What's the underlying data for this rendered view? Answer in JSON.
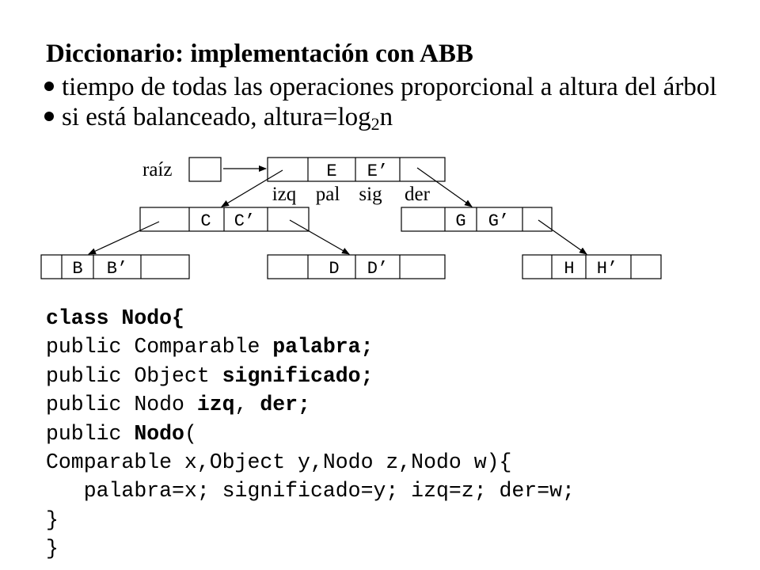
{
  "slide": {
    "title": "Diccionario: implementación con ABB",
    "bullets": [
      {
        "text": "tiempo de todas las operaciones proporcional a altura del árbol"
      },
      {
        "prefix": "si está balanceado, altura=log",
        "subscript": "2",
        "suffix": "n"
      }
    ]
  },
  "diagram": {
    "root_label": "raíz",
    "field_labels": [
      "izq",
      "pal",
      "sig",
      "der"
    ],
    "nodes": {
      "E": {
        "key": "E",
        "value": "E’"
      },
      "C": {
        "key": "C",
        "value": "C’"
      },
      "G": {
        "key": "G",
        "value": "G’"
      },
      "B": {
        "key": "B",
        "value": "B’"
      },
      "D": {
        "key": "D",
        "value": "D’"
      },
      "H": {
        "key": "H",
        "value": "H’"
      }
    },
    "edges": [
      {
        "from": "raiz",
        "to": "E"
      },
      {
        "from": "E",
        "to": "C",
        "side": "izq"
      },
      {
        "from": "E",
        "to": "G",
        "side": "der"
      },
      {
        "from": "C",
        "to": "B",
        "side": "izq"
      },
      {
        "from": "C",
        "to": "D",
        "side": "der"
      },
      {
        "from": "G",
        "to": "H",
        "side": "der"
      }
    ]
  },
  "code": {
    "lines": [
      [
        {
          "t": "class Nodo{",
          "b": true
        }
      ],
      [
        {
          "t": "public Comparable "
        },
        {
          "t": "palabra;",
          "b": true
        }
      ],
      [
        {
          "t": "public Object "
        },
        {
          "t": "significado;",
          "b": true
        }
      ],
      [
        {
          "t": "public Nodo "
        },
        {
          "t": "izq",
          "b": true
        },
        {
          "t": ", "
        },
        {
          "t": "der;",
          "b": true
        }
      ],
      [
        {
          "t": "public "
        },
        {
          "t": "Nodo",
          "b": true
        },
        {
          "t": "("
        }
      ],
      [
        {
          "t": "Comparable x,Object y,Nodo z,Nodo w){"
        }
      ],
      [
        {
          "t": "   palabra=x; significado=y; izq=z; der=w;"
        }
      ],
      [
        {
          "t": "}"
        }
      ],
      [
        {
          "t": "}"
        }
      ]
    ]
  }
}
